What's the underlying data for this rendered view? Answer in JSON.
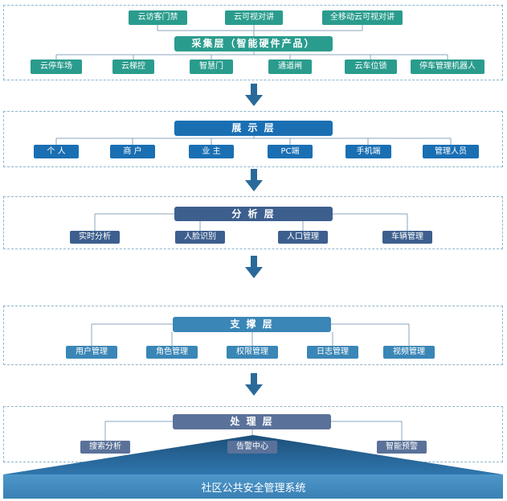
{
  "layer1": {
    "header": "采集层（智能硬件产品）",
    "top_items": [
      "云访客门禁",
      "云可视对讲",
      "全移动云可视对讲"
    ],
    "bottom_items": [
      "云停车场",
      "云梯控",
      "智慧门",
      "通道闸",
      "云车位锁",
      "停车管理机器人"
    ]
  },
  "layer2": {
    "header": "展 示 层",
    "items": [
      "个 人",
      "商 户",
      "业 主",
      "PC端",
      "手机端",
      "管理人员"
    ]
  },
  "layer3": {
    "header": "分 析 层",
    "items": [
      "实时分析",
      "人脸识别",
      "人口管理",
      "车辆管理"
    ]
  },
  "layer4": {
    "header": "支 撑 层",
    "items": [
      "用户管理",
      "角色管理",
      "权限管理",
      "日志管理",
      "视频管理"
    ]
  },
  "layer5": {
    "header": "处 理 层",
    "items": [
      "搜索分析",
      "告警中心",
      "智能预警"
    ]
  },
  "base": {
    "label": "社区公共安全管理系统"
  },
  "colors": {
    "teal": "#2a9c8d",
    "blue": "#1a6fb3",
    "navy": "#3d5f8e",
    "steel": "#3a86b6",
    "slate": "#5a7299",
    "arrow": "#2a6a9a",
    "base_dark": "#1d4f7a",
    "base_light": "#4e97c9"
  }
}
